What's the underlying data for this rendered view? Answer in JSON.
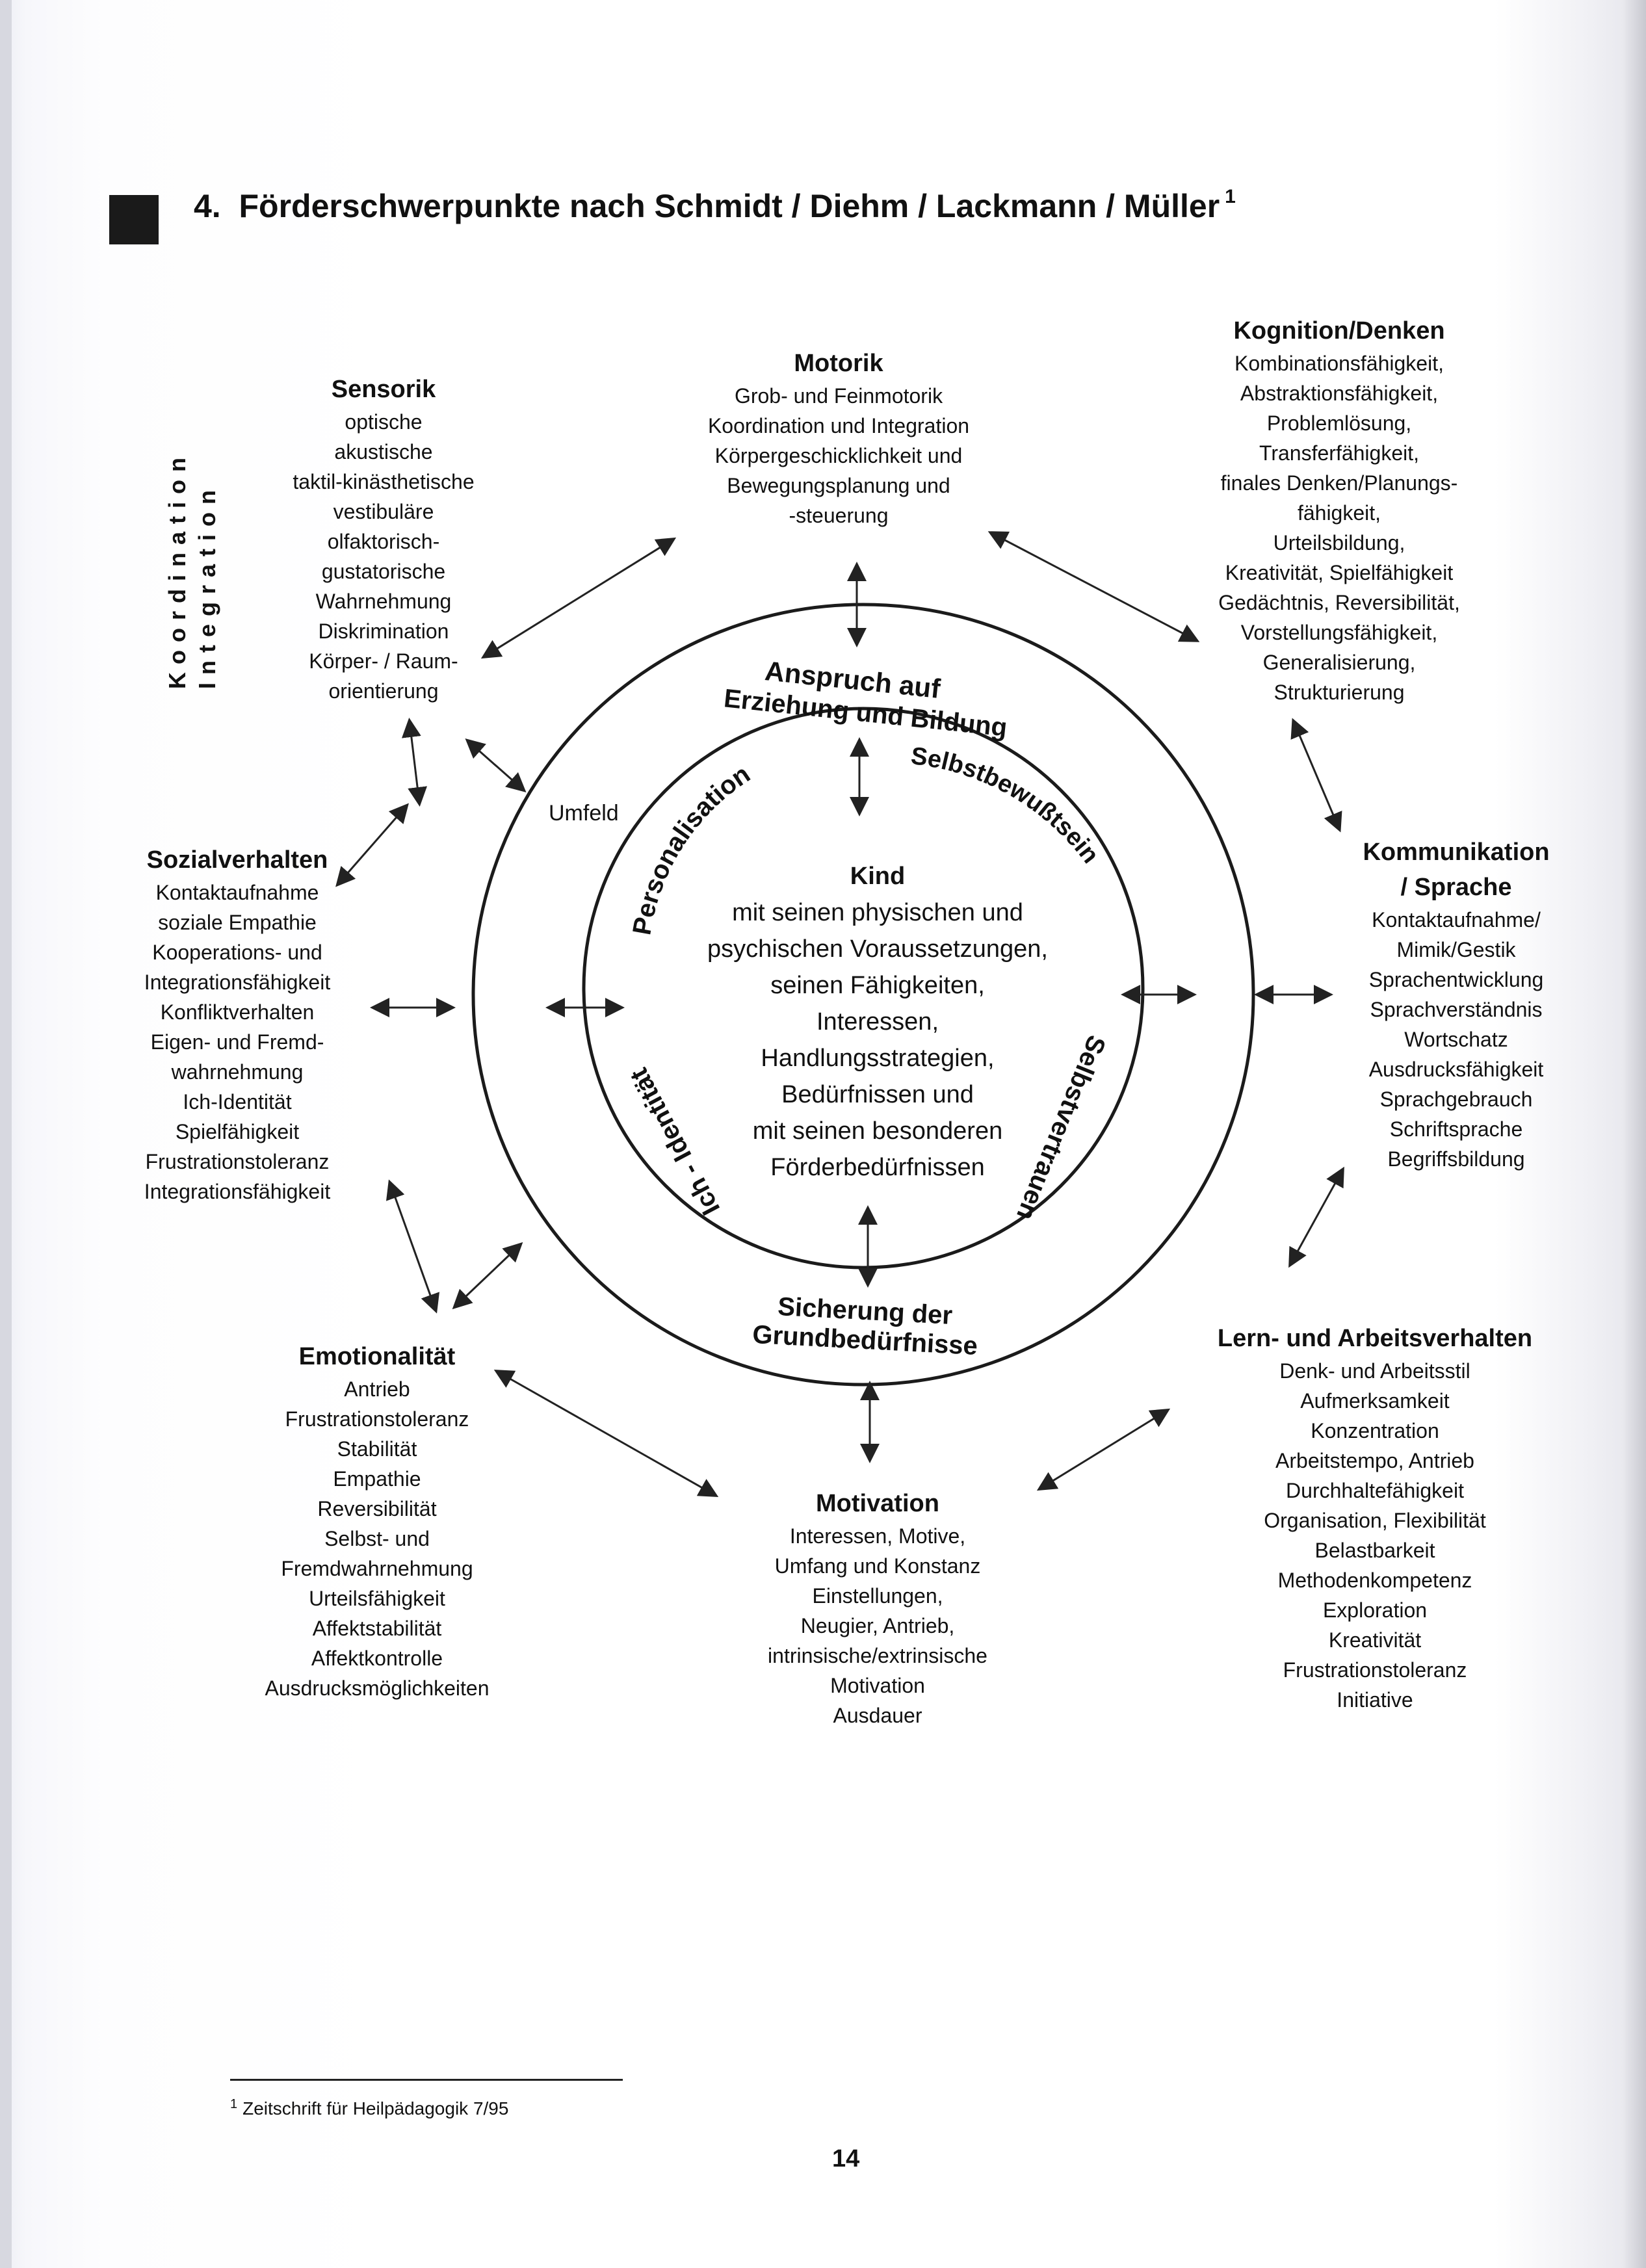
{
  "heading": {
    "number": "4.",
    "text": "Förderschwerpunkte nach Schmidt / Diehm / Lackmann / Müller",
    "footnote_mark": "1"
  },
  "vertical_label": [
    "Koordination",
    "Integration"
  ],
  "sensorik": {
    "title": "Sensorik",
    "items": [
      "optische",
      "akustische",
      "taktil-kinästhetische",
      "vestibuläre",
      "olfaktorisch-",
      "gustatorische",
      "Wahrnehmung",
      "Diskrimination",
      "Körper- / Raum-",
      "orientierung"
    ]
  },
  "motorik": {
    "title": "Motorik",
    "items": [
      "Grob- und Feinmotorik",
      "Koordination und Integration",
      "Körpergeschicklichkeit und",
      "Bewegungsplanung und",
      "-steuerung"
    ]
  },
  "kognition": {
    "title": "Kognition/Denken",
    "items": [
      "Kombinationsfähigkeit,",
      "Abstraktionsfähigkeit,",
      "Problemlösung,",
      "Transferfähigkeit,",
      "finales Denken/Planungs-",
      "fähigkeit,",
      "Urteilsbildung,",
      "Kreativität, Spielfähigkeit",
      "Gedächtnis, Reversibilität,",
      "Vorstellungsfähigkeit,",
      "Generalisierung,",
      "Strukturierung"
    ]
  },
  "sozialverhalten": {
    "title": "Sozialverhalten",
    "items": [
      "Kontaktaufnahme",
      "soziale Empathie",
      "Kooperations- und",
      "Integrationsfähigkeit",
      "Konfliktverhalten",
      "Eigen- und Fremd-",
      "wahrnehmung",
      "Ich-Identität",
      "Spielfähigkeit",
      "Frustrationstoleranz",
      "Integrationsfähigkeit"
    ]
  },
  "kommunikation": {
    "title_lines": [
      "Kommunikation",
      "/ Sprache"
    ],
    "items": [
      "Kontaktaufnahme/",
      "Mimik/Gestik",
      "Sprachentwicklung",
      "Sprachverständnis",
      "Wortschatz",
      "Ausdrucksfähigkeit",
      "Sprachgebrauch",
      "Schriftsprache",
      "Begriffsbildung"
    ]
  },
  "emotionalitaet": {
    "title": "Emotionalität",
    "items": [
      "Antrieb",
      "Frustrationstoleranz",
      "Stabilität",
      "Empathie",
      "Reversibilität",
      "Selbst- und",
      "Fremdwahrnehmung",
      "Urteilsfähigkeit",
      "Affektstabilität",
      "Affektkontrolle",
      "Ausdrucksmöglichkeiten"
    ]
  },
  "motivation": {
    "title": "Motivation",
    "items": [
      "Interessen, Motive,",
      "Umfang und Konstanz",
      "Einstellungen,",
      "Neugier, Antrieb,",
      "intrinsische/extrinsische",
      "Motivation",
      "Ausdauer"
    ]
  },
  "lernverhalten": {
    "title": "Lern- und Arbeitsverhalten",
    "items": [
      "Denk- und Arbeitsstil",
      "Aufmerksamkeit",
      "Konzentration",
      "Arbeitstempo, Antrieb",
      "Durchhaltefähigkeit",
      "Organisation, Flexibilität",
      "Belastbarkeit",
      "Methodenkompetenz",
      "Exploration",
      "Kreativität",
      "Frustrationstoleranz",
      "Initiative"
    ]
  },
  "umfeld": "Umfeld",
  "ring": {
    "top_line1": "Anspruch auf",
    "top_line2": "Erziehung und Bildung",
    "left": "Personalisation",
    "right": "Selbstbewußtsein",
    "right_lower": "Selbstvertrauen",
    "left_lower": "Ich - Identität",
    "bottom_line1": "Sicherung der",
    "bottom_line2": "Grundbedürfnisse"
  },
  "kind": {
    "title": "Kind",
    "items": [
      "mit seinen physischen und",
      "psychischen Voraussetzungen,",
      "seinen Fähigkeiten,",
      "Interessen,",
      "Handlungsstrategien,",
      "Bedürfnissen und",
      "mit seinen besonderen",
      "Förderbedürfnissen"
    ]
  },
  "footnote": {
    "mark": "1",
    "text": "Zeitschrift für Heilpädagogik 7/95"
  },
  "page_number": "14"
}
